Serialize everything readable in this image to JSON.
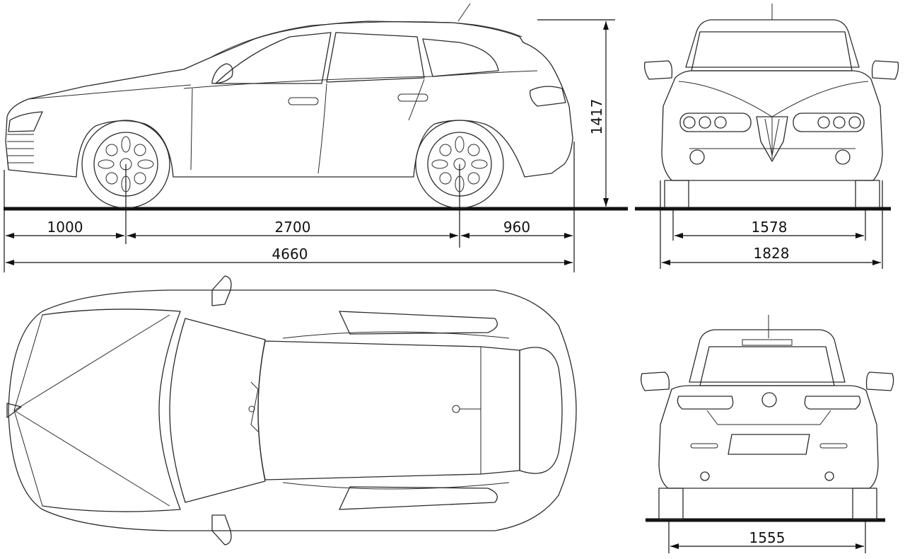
{
  "dimensions": {
    "front_overhang": "1000",
    "wheelbase": "2700",
    "rear_overhang": "960",
    "overall_length": "4660",
    "height": "1417",
    "front_track": "1578",
    "overall_width": "1828",
    "rear_track": "1555"
  },
  "colors": {
    "line": "#2a2a2a",
    "background": "#ffffff"
  }
}
